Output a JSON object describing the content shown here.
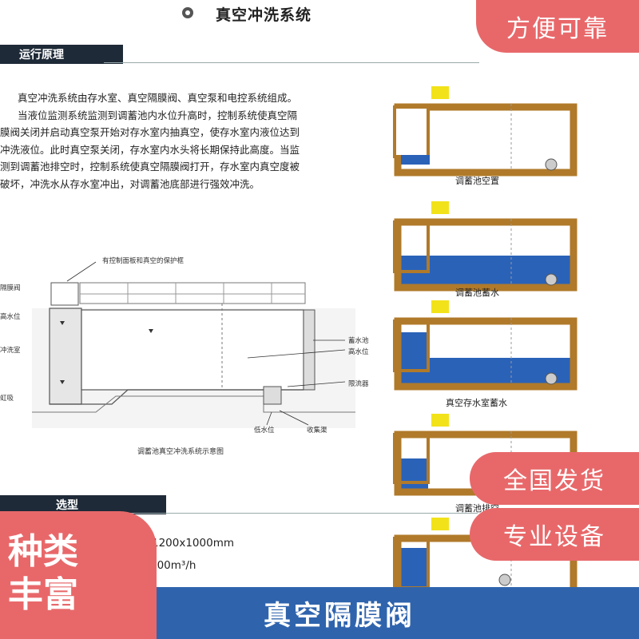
{
  "header": {
    "title": "真空冲洗系统"
  },
  "badges": {
    "top": "方便可靠",
    "shipping": "全国发货",
    "pro": "专业设备"
  },
  "section1": {
    "title": "运行原理"
  },
  "paragraph": [
    "真空冲洗系统由存水室、真空隔膜阀、真空泵和电控系统组成。",
    "当液位监测系统监测到调蓄池内水位升高时，控制系统使真空隔",
    "膜阀关闭并启动真空泵开始对存水室内抽真空，使存水室内液位达到",
    "冲洗液位。此时真空泵关闭，存水室内水头将长期保持此高度。当监",
    "测到调蓄池排空时，控制系统使真空隔膜阀打开，存水室内真空度被",
    "破坏，冲洗水从存水室冲出，对调蓄池底部进行强效冲洗。"
  ],
  "diagram": {
    "top_label": "有控制面板和真空的保护框",
    "left_labels": [
      "隔膜阀",
      "高水位",
      "冲洗室",
      "虹吸"
    ],
    "right_labels": [
      "蓄水池",
      "高水位",
      "限流器"
    ],
    "bottom_labels": [
      "低水位",
      "收集渠"
    ],
    "caption": "调蓄池真空冲洗系统示意图"
  },
  "stages": [
    {
      "caption": "调蓄池空置"
    },
    {
      "caption": "调蓄池蓄水"
    },
    {
      "caption": "真空存水室蓄水"
    },
    {
      "caption": "调蓄池排空"
    }
  ],
  "section2": {
    "title": "选型"
  },
  "specs": {
    "size": "1200x1000mm",
    "flow": "100m³/h"
  },
  "left_badge": {
    "line1": "种类",
    "line2": "丰富"
  },
  "banner": {
    "text": "真空隔膜阀"
  },
  "colors": {
    "red": "#e8686a",
    "blue": "#2f64ad",
    "water": "#2a62b8",
    "wall": "#b07a2a",
    "yellow": "#f2e21a"
  }
}
